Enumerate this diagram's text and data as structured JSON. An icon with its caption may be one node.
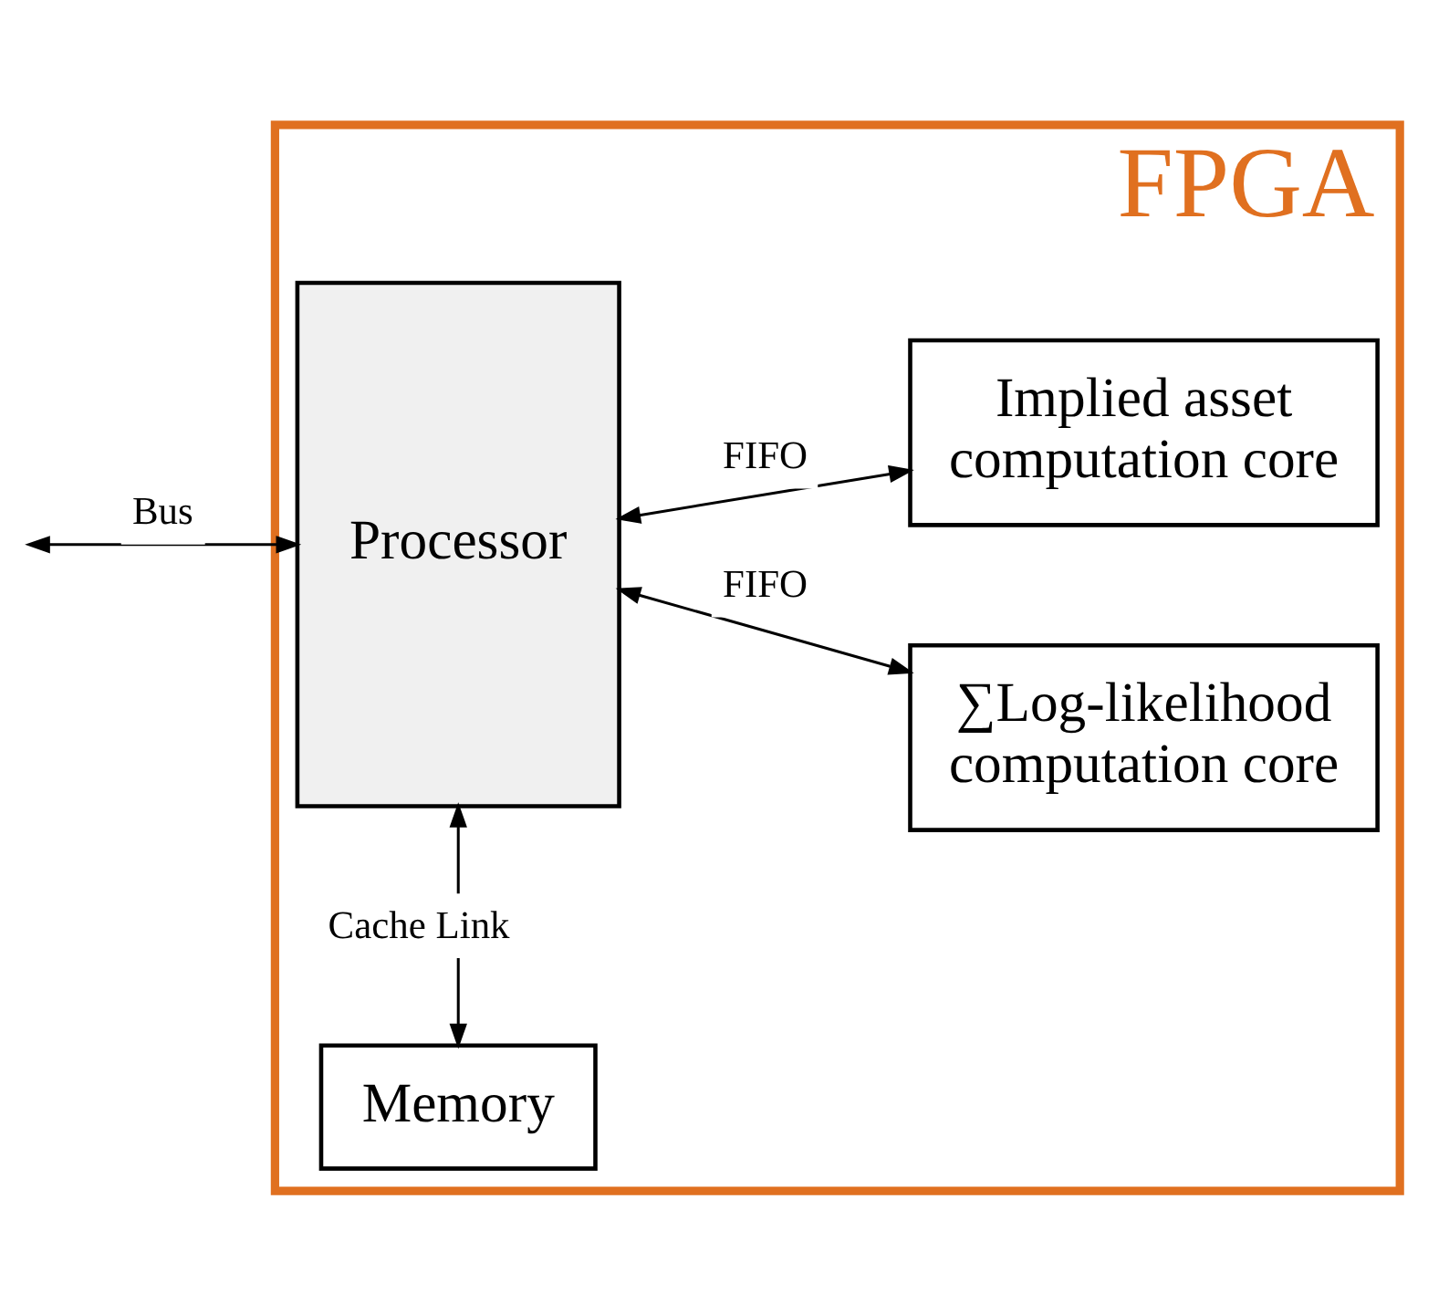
{
  "diagram": {
    "nodes": [
      {
        "text": [
          "FPGA"
        ]
      },
      {
        "text": [
          "Memory"
        ],
        "in": 0
      },
      {
        "text": [
          "Processor"
        ],
        "in": 0
      },
      {
        "text": [
          "Implied asset computation core"
        ],
        "in": 0
      },
      {
        "text": [
          "∑Log-likelihood computation core"
        ],
        "in": 0
      }
    ],
    "edges": [
      {
        "from": 1,
        "to": 2,
        "arrow": "both",
        "label": "Cache Link"
      },
      {
        "from": 2,
        "to": 3,
        "arrow": "both",
        "label": "FIFO"
      },
      {
        "from": 2,
        "to": 4,
        "arrow": "both",
        "label": "FIFO"
      },
      {
        "from": null,
        "to": 2,
        "arrow": "both",
        "label": "Bus"
      }
    ]
  }
}
